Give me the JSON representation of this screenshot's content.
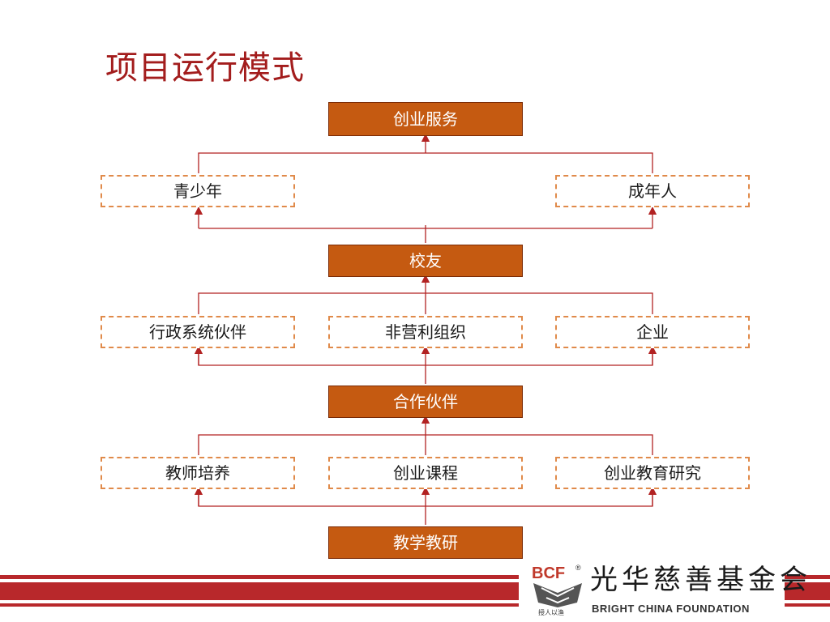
{
  "title": "项目运行模式",
  "diagram": {
    "level1": {
      "label": "创业服务"
    },
    "level1_children": [
      "青少年",
      "成年人"
    ],
    "level2": {
      "label": "校友"
    },
    "level2_children": [
      "行政系统伙伴",
      "非营利组织",
      "企业"
    ],
    "level3": {
      "label": "合作伙伴"
    },
    "level3_children": [
      "教师培养",
      "创业课程",
      "创业教育研究"
    ],
    "level4": {
      "label": "教学教研"
    }
  },
  "footer": {
    "logo_acronym": "BCF",
    "org_name_cn": "光华慈善基金会",
    "org_name_en": "BRIGHT CHINA FOUNDATION",
    "motto": "授人以渔",
    "registered_mark": "®"
  },
  "colors": {
    "title": "#a31d1d",
    "box_fill": "#c55a11",
    "dashed_border": "#e08a4a",
    "connector": "#b22222",
    "footer_band": "#b8282b"
  }
}
